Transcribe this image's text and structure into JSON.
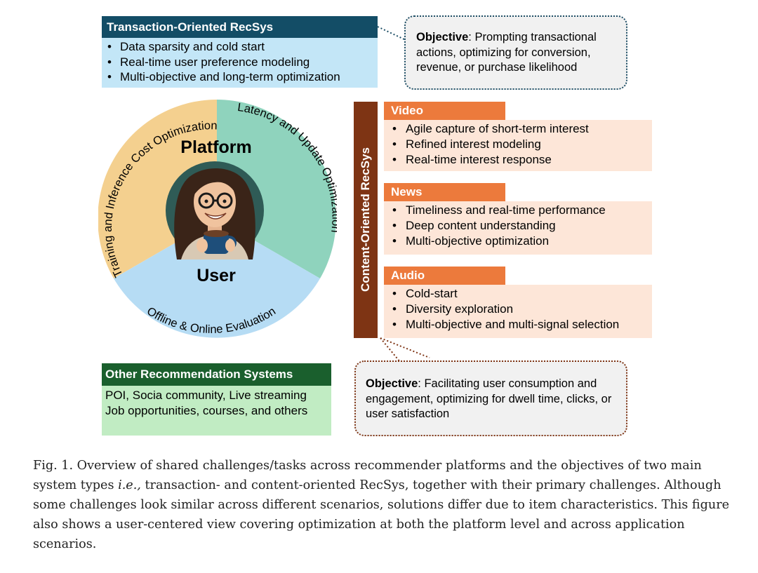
{
  "transaction": {
    "title": "Transaction-Oriented RecSys",
    "items": [
      "Data sparsity and cold start",
      "Real-time user preference modeling",
      "Multi-objective and long-term optimization"
    ]
  },
  "objective_transaction": {
    "label": "Objective",
    "text": ": Prompting transactional actions, optimizing for conversion, revenue, or purchase likelihood"
  },
  "wheel": {
    "platform": "Platform",
    "user": "User",
    "arc_left": "Training and Inference Cost Optimization",
    "arc_right": "Latency and Update Optimization",
    "arc_bottom": "Offline & Online Evaluation",
    "colors": {
      "left": "#f4d08f",
      "right": "#8fd3bd",
      "bottom": "#b6dcf4"
    }
  },
  "content": {
    "side_label": "Content-Oriented RecSys",
    "categories": [
      {
        "title": "Video",
        "items": [
          "Agile capture of short-term interest",
          "Refined interest modeling",
          "Real-time interest response"
        ]
      },
      {
        "title": "News",
        "items": [
          "Timeliness and real-time performance",
          "Deep content understanding",
          "Multi-objective optimization"
        ]
      },
      {
        "title": "Audio",
        "items": [
          "Cold-start",
          "Diversity exploration",
          "Multi-objective and multi-signal selection"
        ]
      }
    ]
  },
  "other": {
    "title": "Other Recommendation Systems",
    "line1": "POI, Socia community, Live streaming",
    "line2": "Job opportunities, courses, and others"
  },
  "objective_content": {
    "label": "Objective",
    "text": ": Facilitating user consumption and engagement, optimizing for dwell time, clicks, or user satisfaction"
  },
  "caption": {
    "line1": "Fig. 1.  Overview of shared challenges/tasks across recommender platforms and the objectives of two main",
    "line2_a": "system types ",
    "line2_ie": "i.e.,",
    "line2_b": " transaction- and content-oriented RecSys, together with their primary challenges. Although",
    "line3": "some challenges look similar across different scenarios, solutions differ due to item characteristics. This figure",
    "line4": "also shows a user-centered view covering optimization at both the platform level and across application",
    "line5": "scenarios."
  },
  "icons": {
    "avatar": "smiling-woman-with-coffee-avatar"
  }
}
